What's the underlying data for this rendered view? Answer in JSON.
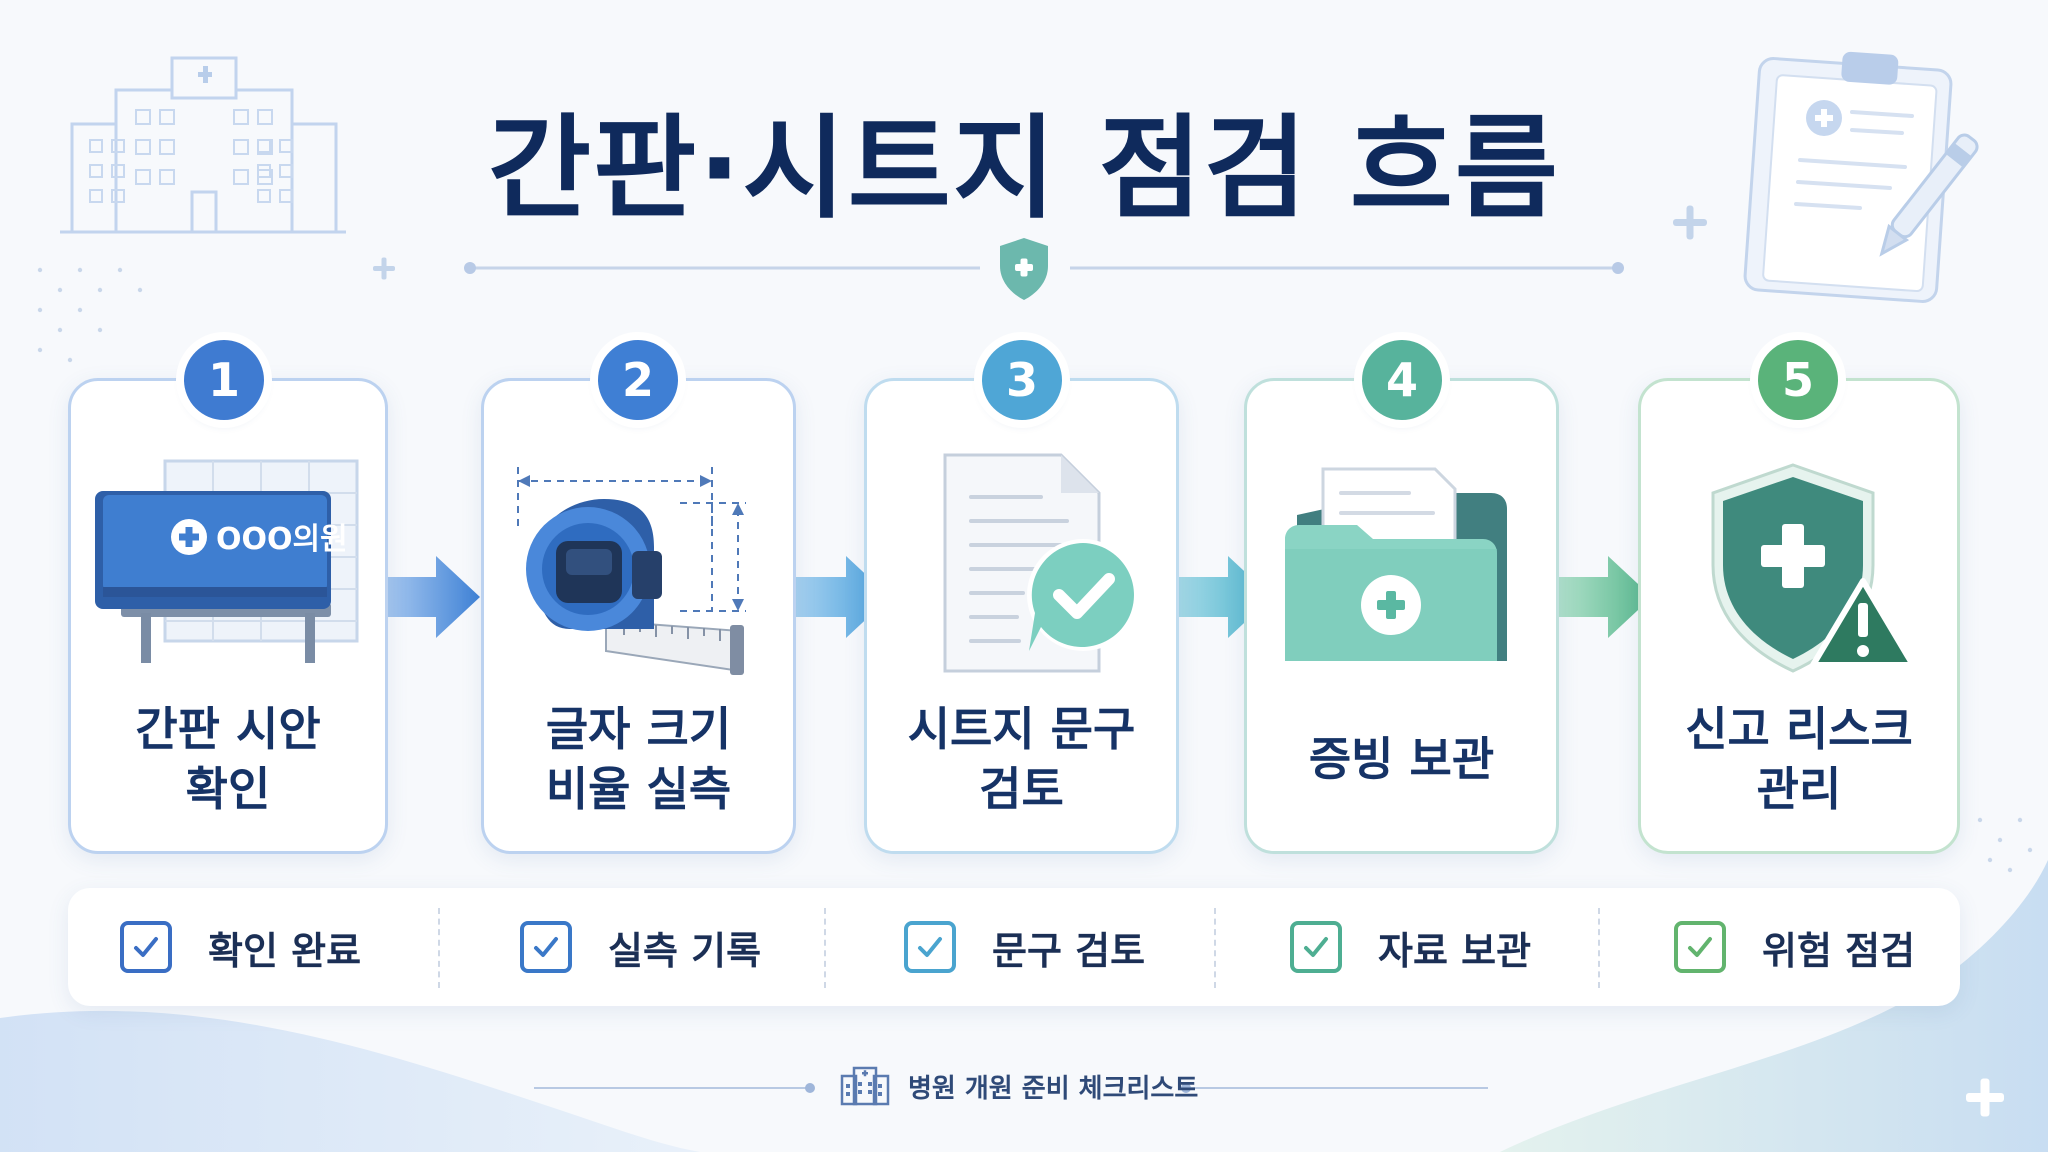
{
  "title": "간판·시트지 점검 흐름",
  "steps": [
    {
      "number": "1",
      "label": "간판 시안\n확인",
      "color": "#3f7bd1",
      "sign_text": "OOO의원"
    },
    {
      "number": "2",
      "label": "글자 크기\n비율 실측",
      "color": "#3f7fd4"
    },
    {
      "number": "3",
      "label": "시트지 문구\n검토",
      "color": "#4fa6d6"
    },
    {
      "number": "4",
      "label": "증빙 보관",
      "color": "#57b39c"
    },
    {
      "number": "5",
      "label": "신고 리스크\n관리",
      "color": "#5ab37a"
    }
  ],
  "checks": [
    {
      "label": "확인 완료",
      "color": "#3a6ec4"
    },
    {
      "label": "실측 기록",
      "color": "#3a78c8"
    },
    {
      "label": "문구 검토",
      "color": "#4aa4cf"
    },
    {
      "label": "자료 보관",
      "color": "#4eae92"
    },
    {
      "label": "위험 점검",
      "color": "#62b46e"
    }
  ],
  "footer": {
    "text": "병원 개원 준비 체크리스트"
  }
}
